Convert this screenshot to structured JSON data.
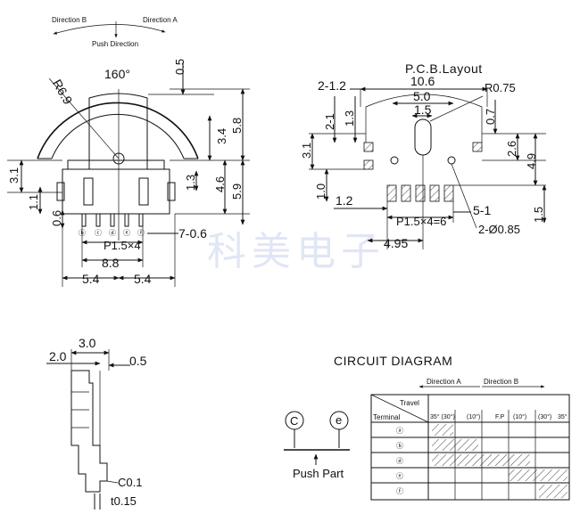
{
  "front_view": {
    "direction_b": "Direction B",
    "direction_a": "Direction A",
    "push_direction": "Push Direction",
    "angle": "160°",
    "radius": "R6.9",
    "dims": {
      "d05": "0.5",
      "d58": "5.8",
      "d34": "3.4",
      "d46": "4.6",
      "d59": "5.9",
      "d13": "1.3",
      "d31": "3.1",
      "d11": "1.1",
      "d06": "0.6",
      "d88": "8.8",
      "d54_left": "5.4",
      "d54_right": "5.4",
      "pitch": "P1.5×4",
      "d706": "7-0.6"
    },
    "pins": [
      "ⓑ",
      "ⓒ",
      "ⓓ",
      "ⓔ",
      "ⓕ"
    ]
  },
  "pcb_layout": {
    "title": "P.C.B.Layout",
    "dims": {
      "d212": "2-1.2",
      "d106": "10.6",
      "r075": "R0.75",
      "d50": "5.0",
      "d15_top": "1.5",
      "d07": "0.7",
      "d21": "2-1",
      "d13": "1.3",
      "d26": "2.6",
      "d49": "4.9",
      "d31": "3.1",
      "d10": "1.0",
      "d12": "1.2",
      "d51": "5-1",
      "d15_right": "1.5",
      "pitch": "P1.5×4=6",
      "holes": "2-Ø0.85",
      "d495": "4.95"
    }
  },
  "side_view": {
    "dims": {
      "d30": "3.0",
      "d20": "2.0",
      "d05": "0.5",
      "c01": "C0.1",
      "t015": "t0.15"
    }
  },
  "circuit": {
    "title": "CIRCUIT DIAGRAM",
    "direction_a": "Direction A",
    "direction_b": "Direction B",
    "travel": "Travel",
    "terminal": "Terminal",
    "columns": [
      "35° (30°)",
      "(10°)",
      "F.P",
      "(10°)",
      "(30°)",
      "35°"
    ],
    "rows": [
      "ⓐ",
      "ⓑ",
      "ⓓ",
      "ⓔ",
      "ⓕ"
    ],
    "switch_left": "C",
    "switch_right": "e",
    "push_part": "Push Part"
  },
  "watermark": "科美电子"
}
